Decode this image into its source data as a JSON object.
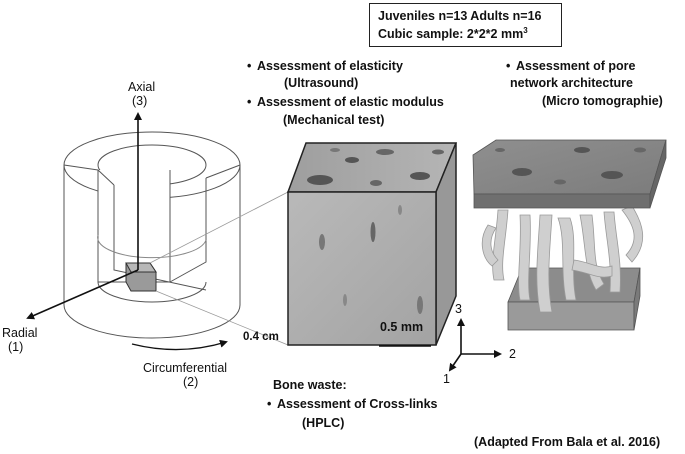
{
  "info_box": {
    "line1": "Juveniles n=13  Adults n=16",
    "line2_prefix": "Cubic sample: 2*2*2 mm",
    "line2_sup": "3"
  },
  "axes_left": {
    "axial": "Axial",
    "axial_num": "(3)",
    "radial": "Radial",
    "radial_num": "(1)",
    "circumferential": "Circumferential",
    "circumferential_num": "(2)",
    "dimension": "0.4 cm"
  },
  "assessments": {
    "elasticity": "Assessment of elasticity",
    "elasticity_method": "(Ultrasound)",
    "modulus": "Assessment of elastic modulus",
    "modulus_method": "(Mechanical test)",
    "pore_line1": "Assessment of pore",
    "pore_line2": "network architecture",
    "pore_method": "(Micro tomographie)"
  },
  "scale_bar": "0.5 mm",
  "axes_right": {
    "x3": "3",
    "x2": "2",
    "x1": "1"
  },
  "bone_waste": {
    "title": "Bone waste:",
    "crosslinks": "Assessment of Cross-links",
    "method": "(HPLC)"
  },
  "citation": "(Adapted From Bala et al. 2016)"
}
